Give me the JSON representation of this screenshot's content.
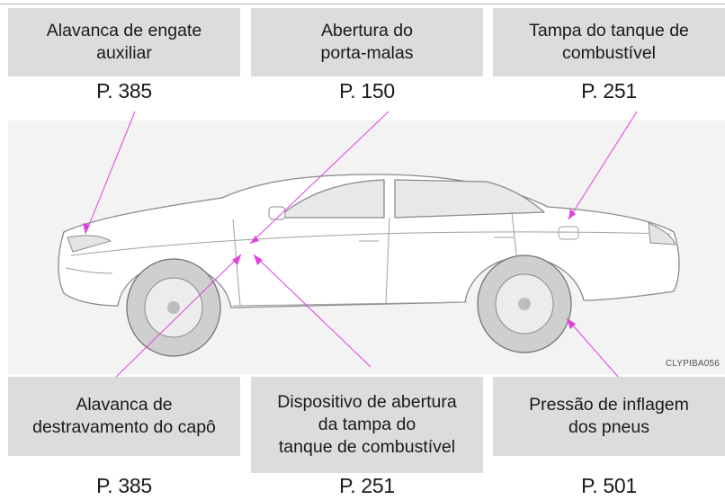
{
  "callouts_top": [
    {
      "line1": "Alavanca de engate",
      "line2": "auxiliar",
      "page": "P. 385"
    },
    {
      "line1": "Abertura do",
      "line2": "porta-malas",
      "page": "P. 150"
    },
    {
      "line1": "Tampa do tanque de",
      "line2": "combustível",
      "page": "P. 251"
    }
  ],
  "callouts_bottom": [
    {
      "line1": "Alavanca de",
      "line2": "destravamento do capô",
      "line3": "",
      "page": "P. 385"
    },
    {
      "line1": "Dispositivo de abertura",
      "line2": "da tampa do",
      "line3": "tanque de combustível",
      "page": "P. 251"
    },
    {
      "line1": "Pressão de inflagem",
      "line2": "dos pneus",
      "line3": "",
      "page": "P. 501"
    }
  ],
  "illustration": {
    "code": "CLYPIBA056"
  },
  "colors": {
    "callout_bg": "#dcdcdc",
    "leader_line": "#e040e0",
    "text": "#1a1a1a"
  }
}
